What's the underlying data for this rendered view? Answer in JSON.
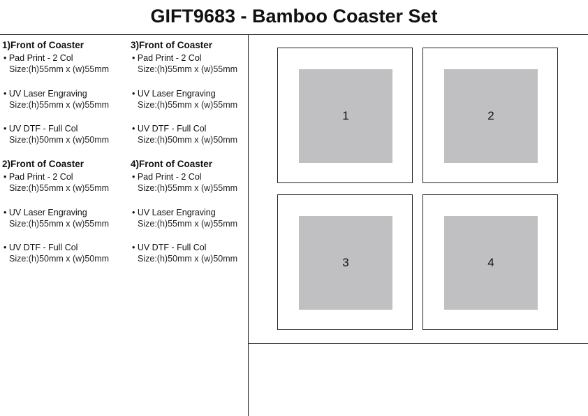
{
  "title": "GIFT9683 - Bamboo Coaster Set",
  "sections": [
    {
      "heading": "1)Front of Coaster",
      "items": [
        {
          "name": "• Pad Print - 2 Col",
          "size": "Size:(h)55mm x (w)55mm"
        },
        {
          "name": "• UV Laser Engraving",
          "size": "Size:(h)55mm x (w)55mm"
        },
        {
          "name": "• UV DTF - Full Col",
          "size": "Size:(h)50mm x (w)50mm"
        }
      ]
    },
    {
      "heading": "2)Front of Coaster",
      "items": [
        {
          "name": "• Pad Print - 2 Col",
          "size": "Size:(h)55mm x (w)55mm"
        },
        {
          "name": "• UV Laser Engraving",
          "size": "Size:(h)55mm x (w)55mm"
        },
        {
          "name": "• UV DTF - Full Col",
          "size": "Size:(h)50mm x (w)50mm"
        }
      ]
    },
    {
      "heading": "3)Front of Coaster",
      "items": [
        {
          "name": "• Pad Print - 2 Col",
          "size": "Size:(h)55mm x (w)55mm"
        },
        {
          "name": "• UV Laser Engraving",
          "size": "Size:(h)55mm x (w)55mm"
        },
        {
          "name": "• UV DTF - Full Col",
          "size": "Size:(h)50mm x (w)50mm"
        }
      ]
    },
    {
      "heading": "4)Front of Coaster",
      "items": [
        {
          "name": "• Pad Print - 2 Col",
          "size": "Size:(h)55mm x (w)55mm"
        },
        {
          "name": "• UV Laser Engraving",
          "size": "Size:(h)55mm x (w)55mm"
        },
        {
          "name": "• UV DTF - Full Col",
          "size": "Size:(h)50mm x (w)50mm"
        }
      ]
    }
  ],
  "coasters": [
    "1",
    "2",
    "3",
    "4"
  ]
}
